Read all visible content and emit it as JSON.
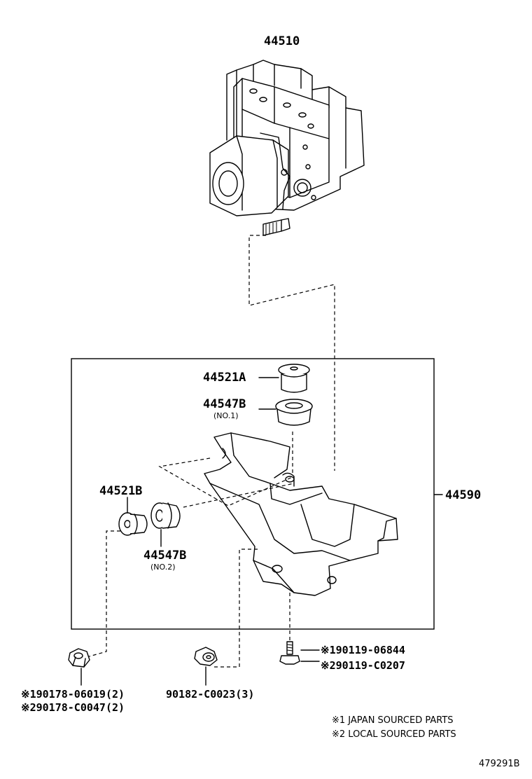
{
  "parts": {
    "actuator": "44510",
    "bracket_assy": "44590",
    "collar_a": "44521A",
    "cushion_b1": "44547B",
    "cushion_b1_note": "(NO.1)",
    "collar_b": "44521B",
    "cushion_b2": "44547B",
    "cushion_b2_note": "(NO.2)",
    "nut_left_1": "※190178-06019(2)",
    "nut_left_2": "※290178-C0047(2)",
    "nut_center": "90182-C0023(3)",
    "bolt_1": "※190119-06844",
    "bolt_2": "※290119-C0207"
  },
  "notes": {
    "note_1": "※1 JAPAN SOURCED PARTS",
    "note_2": "※2 LOCAL SOURCED PARTS"
  },
  "diagram_id": "479291B"
}
